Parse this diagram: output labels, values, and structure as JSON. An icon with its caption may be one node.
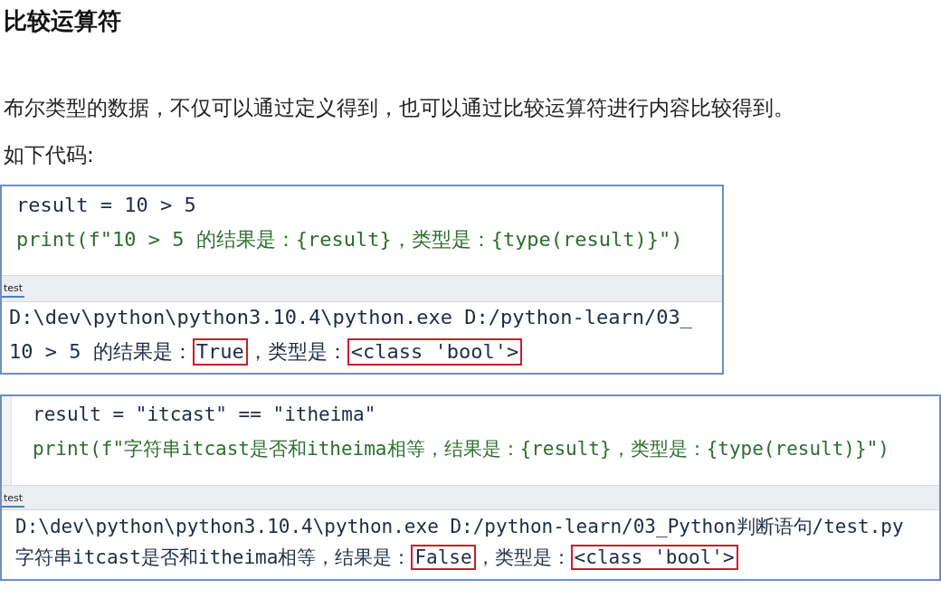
{
  "diagram": {
    "title": "比较运算符",
    "nodes": [
      {
        "text": [
          "result = 10 > 5",
          "print(f\"10 > 5 的结果是：{result}，类型是：{type(result)}\")",
          "test",
          "D:\\dev\\python\\python3.10.4\\python.exe D:/python-learn/03_",
          "10 > 5 的结果是：",
          "，类型是："
        ]
      },
      {
        "text": [
          "True"
        ],
        "in": 0
      },
      {
        "text": [
          "<class 'bool'>"
        ],
        "in": 0
      },
      {
        "text": [
          "result = \"itcast\" == \"itheima\"",
          "print(f\"字符串itcast是否和itheima相等，结果是：{result}，类型是：{type(result)}\")",
          "test",
          "D:\\dev\\python\\python3.10.4\\python.exe D:/python-learn/03_Python判断语句/test.py",
          "字符串itcast是否和itheima相等，结果是：",
          "，类型是："
        ]
      },
      {
        "text": [
          "False"
        ],
        "in": 3
      },
      {
        "text": [
          "<class 'bool'>"
        ],
        "in": 3
      }
    ],
    "labels": [
      "布尔类型的数据，不仅可以通过定义得到，也可以通过比较运算符进行内容比较得到。",
      "如下代码:"
    ]
  }
}
